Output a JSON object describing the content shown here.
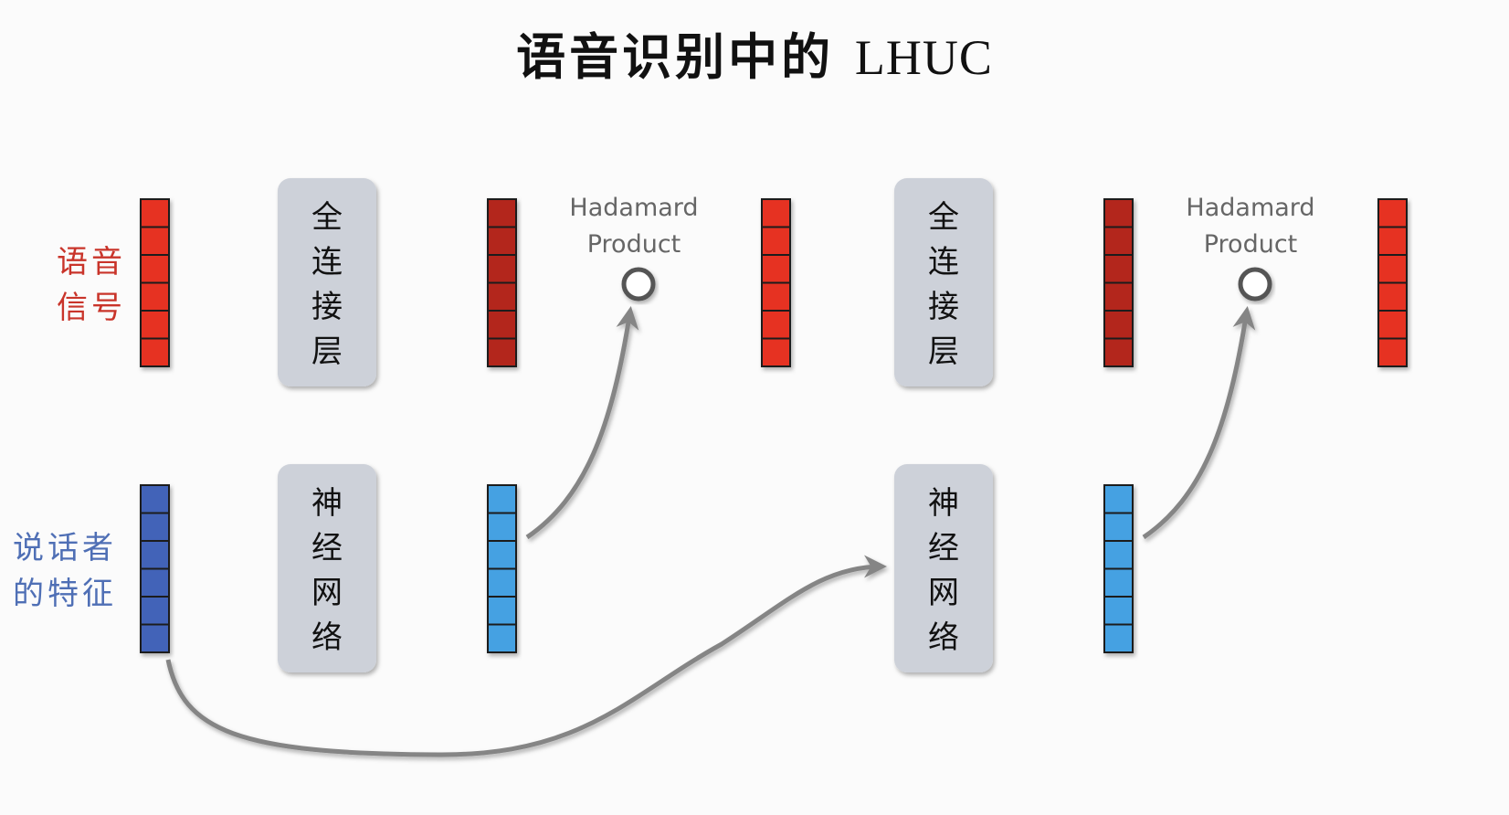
{
  "title": {
    "cjk": "语音识别中的",
    "latin": "LHUC"
  },
  "labels": {
    "speech_signal": [
      "语音",
      "信号"
    ],
    "speaker_features": [
      "说话者",
      "的特征"
    ]
  },
  "colors": {
    "speech_vector": "#e63320",
    "hidden_vector": "#b3261a",
    "speaker_vector": "#4364b8",
    "nn_output_vector": "#45a1e2",
    "box_fill": "#cdd1d9",
    "arrow": "#858585",
    "speech_label": "#c9342a",
    "speaker_label": "#4f6fb5",
    "hadamard_text": "#666666"
  },
  "blocks": {
    "fc_layer": [
      "全",
      "连",
      "接",
      "层"
    ],
    "neural_net": [
      "神",
      "经",
      "网",
      "络"
    ]
  },
  "hadamard": {
    "line1": "Hadamard",
    "line2": "Product"
  },
  "vector_cells": 6
}
